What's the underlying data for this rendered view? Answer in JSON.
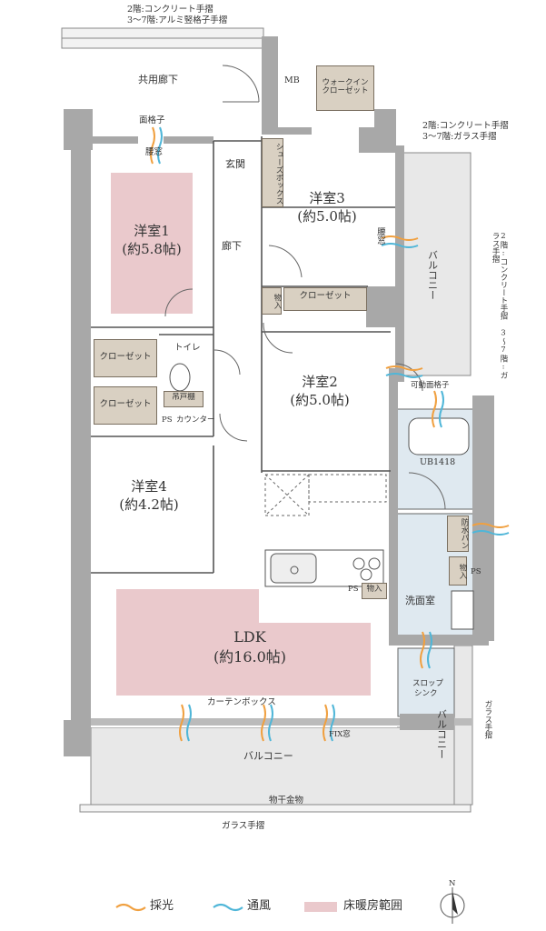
{
  "header": {
    "top_railing": [
      "2階:コンクリート手摺",
      "3～7階:アルミ竪格子手摺"
    ],
    "right_railing": [
      "2階:コンクリート手摺",
      "3～7階:ガラス手摺"
    ]
  },
  "rooms": {
    "common_corridor": "共用廊下",
    "mb": "MB",
    "walkin": [
      "ウォークイン",
      "クローゼット"
    ],
    "genkan": "玄関",
    "shoes_box": "シューズボックス",
    "ekikoshi": "面格子",
    "window_lower": "腰窓",
    "room1": {
      "name": "洋室1",
      "size": "(約5.8帖)"
    },
    "room3": {
      "name": "洋室3",
      "size": "(約5.0帖)"
    },
    "room2": {
      "name": "洋室2",
      "size": "(約5.0帖)"
    },
    "room4": {
      "name": "洋室4",
      "size": "(約4.2帖)"
    },
    "ldk": {
      "name": "LDK",
      "size": "(約16.0帖)"
    },
    "corridor": "廊下",
    "storage": "物入",
    "closet": "クローゼット",
    "toilet": "トイレ",
    "hanging_shelf": "吊戸棚",
    "ps": "PS",
    "counter": "カウンター",
    "koshimado_r": "腰窓",
    "balcony_right": "バルコニー",
    "railing_right_vertical": "2階:コンクリート手摺 3～7階:ガラス手摺",
    "movable_grille": "可動面格子",
    "ub": "UB1418",
    "waterproof_pan": "防水パン",
    "washroom": "洗面室",
    "slop_sink": [
      "スロップ",
      "シンク"
    ],
    "balcony_right2": "バルコニー",
    "glass_railing_v": "ガラス手摺",
    "curtain_box": "カーテンボックス",
    "fix_window": "FIX窓",
    "balcony_bottom": "バルコニー",
    "drying_hardware": "物干金物",
    "glass_railing": "ガラス手摺"
  },
  "legend": {
    "daylight": {
      "label": "採光",
      "color": "#f0a040"
    },
    "ventilation": {
      "label": "通風",
      "color": "#4fb6d8"
    },
    "floor_heating": {
      "label": "床暖房範囲",
      "color": "#eac9cc"
    },
    "north": "N"
  },
  "colors": {
    "wall": "#a8a8a8",
    "floor_heat": "#eac9cc",
    "balcony": "#e8e8e8",
    "storage": "#d9d0c2",
    "wet_area": "#dfe9f0"
  }
}
